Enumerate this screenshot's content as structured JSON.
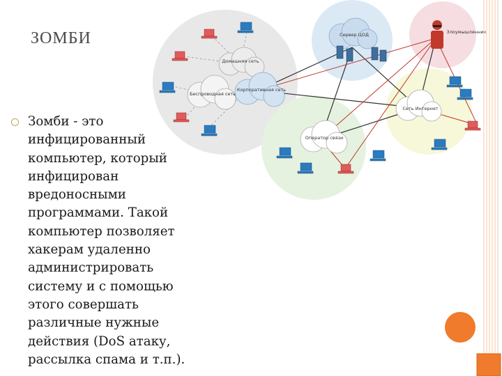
{
  "slide": {
    "title": "Зомби",
    "body": "Зомби - это инфицированный компьютер, который инфицирован вредоносными программами. Такой компьютер позволяет хакерам удаленно администрировать систему и с помощью этого совершать различные нужные действия (DoS атаку, рассылка спама и т.п.)."
  },
  "diagram": {
    "labels": {
      "home_net": "Домашняя сеть",
      "wireless_net": "Беспроводная сеть",
      "corp_net": "Корпоративная сеть",
      "server": "Сервер ЦОД",
      "attacker": "Злоумышленник",
      "internet": "Сеть Интернет",
      "isp": "Оператор связи"
    }
  },
  "colors": {
    "accent_orange": "#f07b2c",
    "title_gray": "#4a4a4a",
    "bullet_gold": "#c8a165"
  }
}
